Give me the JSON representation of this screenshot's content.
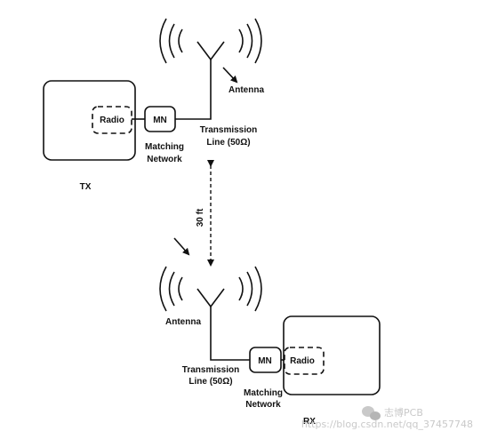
{
  "tx": {
    "section_label": "TX",
    "radio_label": "Radio",
    "mn_label": "MN",
    "matching_label_1": "Matching",
    "matching_label_2": "Network",
    "line_label_1": "Transmission",
    "line_label_2": "Line (50Ω)",
    "antenna_label": "Antenna"
  },
  "rx": {
    "section_label": "RX",
    "radio_label": "Radio",
    "mn_label": "MN",
    "matching_label_1": "Matching",
    "matching_label_2": "Network",
    "line_label_1": "Transmission",
    "line_label_2": "Line (50Ω)",
    "antenna_label": "Antenna"
  },
  "distance_label": "30 ft",
  "watermark": {
    "brand": "志博PCB",
    "url": "https://blog.csdn.net/qq_37457748"
  },
  "colors": {
    "line": "#111111",
    "watermark": "#c9c9c9"
  }
}
